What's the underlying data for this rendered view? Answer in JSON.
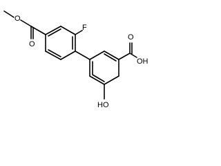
{
  "molecule": {
    "atom_labels": {
      "ester_carbonyl_o": "O",
      "ester_ether_o": "O",
      "fluorine": "F",
      "acid_carbonyl_o": "O",
      "acid_hydroxyl": "OH",
      "phenol_hydroxyl": "HO"
    },
    "colors": {
      "bond": "#000000",
      "label": "#000000",
      "background": "#ffffff"
    }
  }
}
